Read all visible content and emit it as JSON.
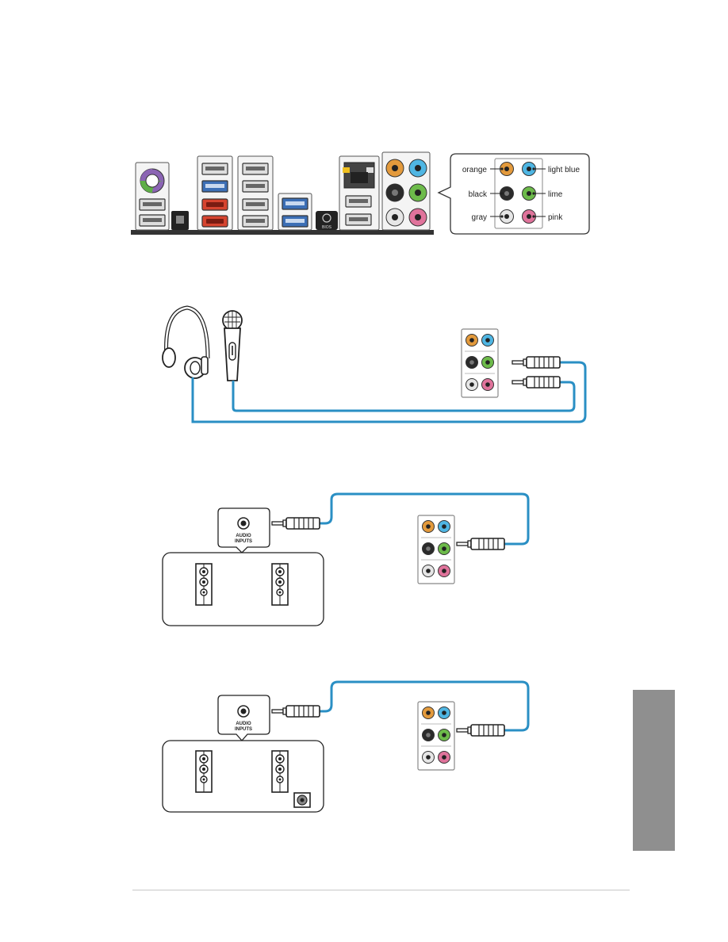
{
  "legend": {
    "labels": [
      "orange",
      "light blue",
      "black",
      "lime",
      "gray",
      "pink"
    ]
  },
  "speaker_panel": {
    "label_line1": "AUDIO",
    "label_line2": "INPUTS"
  },
  "backplate_chip_label": "BIOS",
  "colors": {
    "orange": "#e39a3c",
    "light_blue": "#4fb6e3",
    "black": "#2b2b2b",
    "lime": "#6dbb4a",
    "gray": "#e6e6e6",
    "pink": "#e0739b",
    "cable": "#2a8fc4",
    "usb_blue": "#3c6fb6",
    "esata_red": "#d6442f",
    "ps2_purple": "#8b64b4",
    "ps2_green": "#5fae47",
    "side_tab": "#8f8f8f"
  }
}
